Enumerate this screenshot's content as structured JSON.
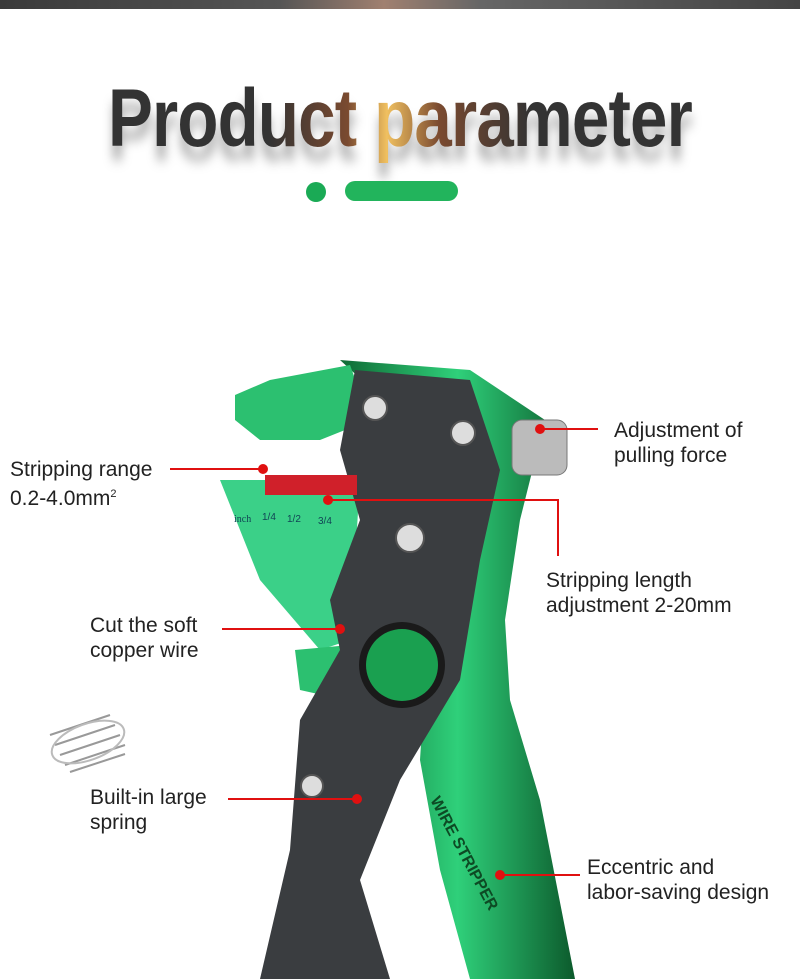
{
  "title": "Product parameter",
  "scale": {
    "unit": "inch",
    "marks": [
      "1/4",
      "1/2",
      "3/4"
    ]
  },
  "embossed_text": "WIRE STRIPPER",
  "callouts": {
    "stripping_range": {
      "line1": "Stripping range",
      "line2": "0.2-4.0mm",
      "sup": "2"
    },
    "pulling_force": {
      "line1": "Adjustment of",
      "line2": "pulling force"
    },
    "stripping_length": {
      "line1": "Stripping length",
      "line2": "adjustment 2-20mm"
    },
    "cut_wire": {
      "line1": "Cut the soft",
      "line2": "copper wire"
    },
    "spring": {
      "line1": "Built-in large",
      "line2": "spring"
    },
    "eccentric": {
      "line1": "Eccentric and",
      "line2": "labor-saving design"
    }
  },
  "colors": {
    "accent_green": "#1aaa55",
    "callout_red": "#e01010",
    "tool_green": "#22a050"
  }
}
